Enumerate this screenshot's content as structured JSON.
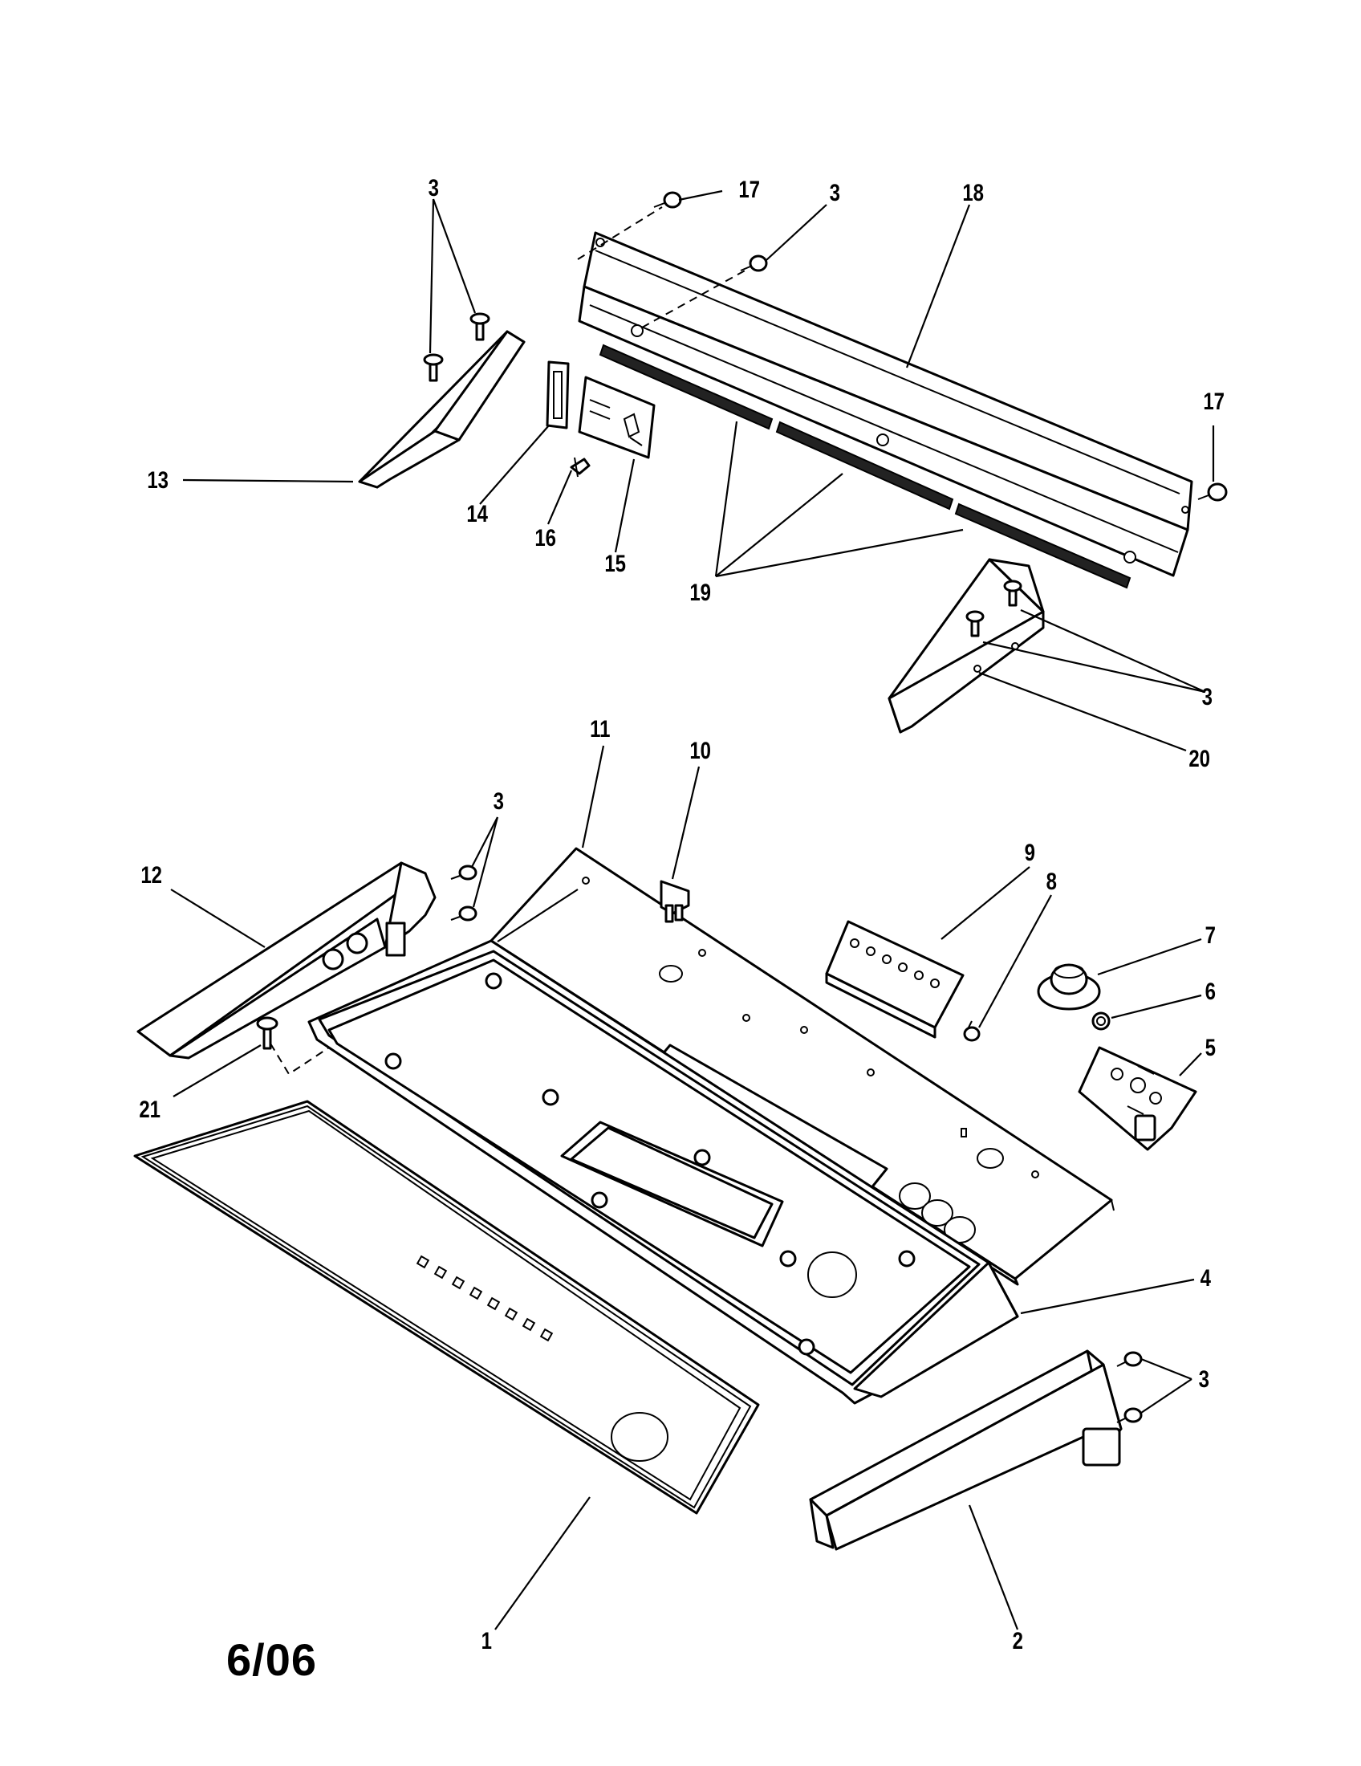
{
  "callouts": {
    "c1": "1",
    "c2": "2",
    "c3a": "3",
    "c3b": "3",
    "c3c": "3",
    "c3d": "3",
    "c3e": "3",
    "c4": "4",
    "c5": "5",
    "c6": "6",
    "c7": "7",
    "c8": "8",
    "c9": "9",
    "c10": "10",
    "c11": "11",
    "c12": "12",
    "c13": "13",
    "c14": "14",
    "c15": "15",
    "c16": "16",
    "c17a": "17",
    "c17b": "17",
    "c18": "18",
    "c19": "19",
    "c20": "20",
    "c21": "21"
  },
  "footer": {
    "date_code": "6/06"
  }
}
